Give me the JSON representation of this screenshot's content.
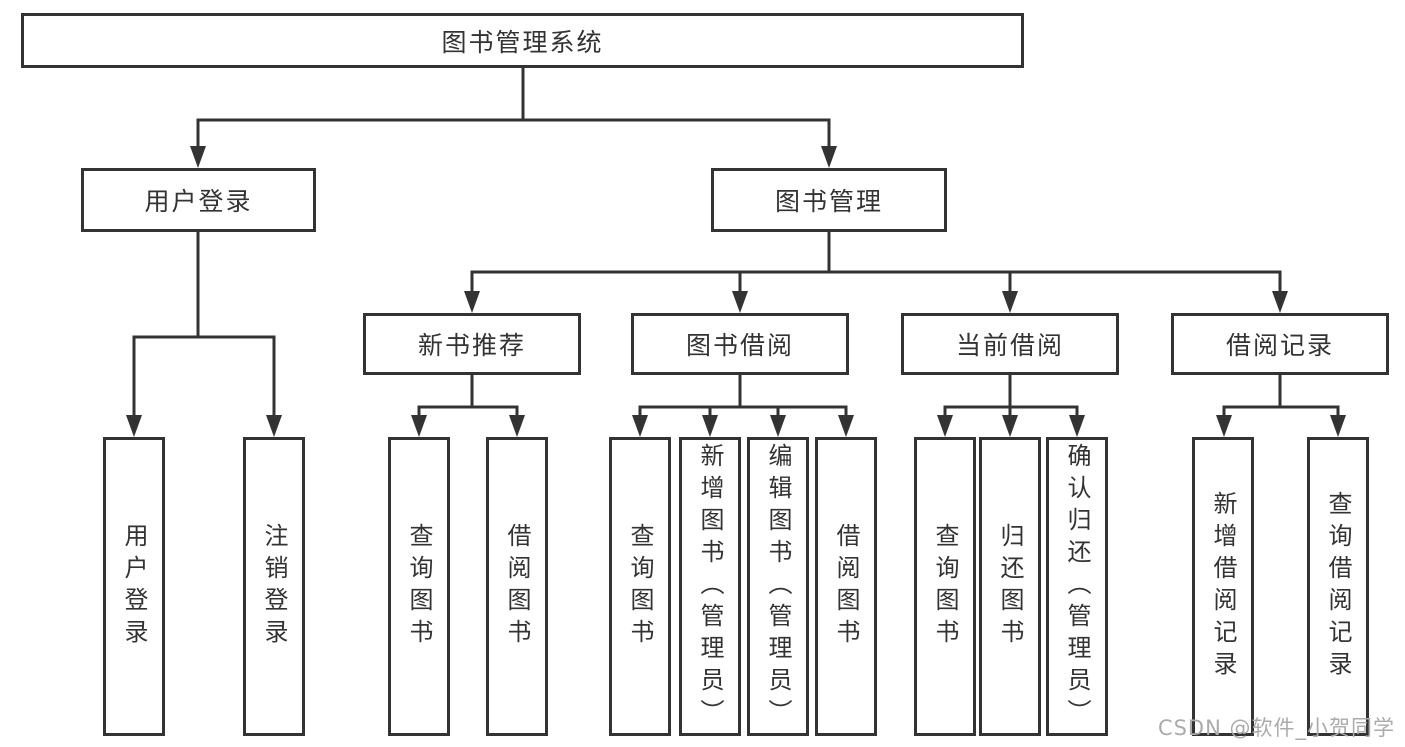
{
  "diagram": {
    "title": "图书管理系统",
    "tree": {
      "label": "图书管理系统",
      "children": [
        {
          "label": "用户登录",
          "children": [
            {
              "label": "用户登录"
            },
            {
              "label": "注销登录"
            }
          ]
        },
        {
          "label": "图书管理",
          "children": [
            {
              "label": "新书推荐",
              "children": [
                {
                  "label": "查询图书"
                },
                {
                  "label": "借阅图书"
                }
              ]
            },
            {
              "label": "图书借阅",
              "children": [
                {
                  "label": "查询图书"
                },
                {
                  "label": "新增图书（管理员）"
                },
                {
                  "label": "编辑图书（管理员）"
                },
                {
                  "label": "借阅图书"
                }
              ]
            },
            {
              "label": "当前借阅",
              "children": [
                {
                  "label": "查询图书"
                },
                {
                  "label": "归还图书"
                },
                {
                  "label": "确认归还（管理员）"
                }
              ]
            },
            {
              "label": "借阅记录",
              "children": [
                {
                  "label": "新增借阅记录"
                },
                {
                  "label": "查询借阅记录"
                }
              ]
            }
          ]
        }
      ]
    }
  },
  "watermark": {
    "text": "CSDN @软件_小贺同学"
  },
  "colors": {
    "line": "#333333",
    "text": "#333333",
    "box_background": "#ffffff",
    "page_background": "#ffffff",
    "watermark": "#ababab"
  }
}
